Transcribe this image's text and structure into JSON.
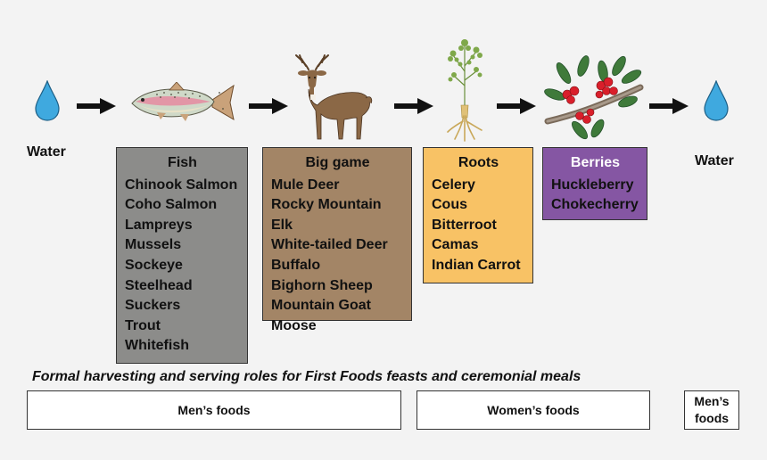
{
  "flow": {
    "start_label": "Water",
    "end_label": "Water"
  },
  "boxes": [
    {
      "key": "fish",
      "title": "Fish",
      "color": "#8c8c8a",
      "icon": "fish-icon",
      "items": [
        "Chinook Salmon",
        "Coho Salmon",
        "Lampreys",
        "Mussels",
        "Sockeye",
        "Steelhead",
        "Suckers",
        "Trout",
        "Whitefish"
      ]
    },
    {
      "key": "game",
      "title": "Big game",
      "color": "#a38566",
      "icon": "deer-icon",
      "items": [
        "Mule Deer",
        "Rocky Mountain Elk",
        "White-tailed Deer",
        "Buffalo",
        "Bighorn Sheep",
        "Mountain Goat",
        "Moose"
      ]
    },
    {
      "key": "roots",
      "title": "Roots",
      "color": "#f8c265",
      "icon": "root-plant-icon",
      "items": [
        "Celery",
        "Cous",
        "Bitterroot",
        "Camas",
        "Indian Carrot"
      ]
    },
    {
      "key": "berries",
      "title": "Berries",
      "color": "#8556a3",
      "icon": "berry-branch-icon",
      "items": [
        "Huckleberry",
        "Chokecherry"
      ]
    }
  ],
  "roles": {
    "caption": "Formal harvesting and serving roles for First Foods feasts and ceremonial meals",
    "men_label": "Men’s foods",
    "women_label": "Women’s foods",
    "men_end_label": "Men’s foods"
  },
  "colors": {
    "water": "#3fa9df",
    "arrow": "#111111",
    "background": "#f3f3f3"
  }
}
